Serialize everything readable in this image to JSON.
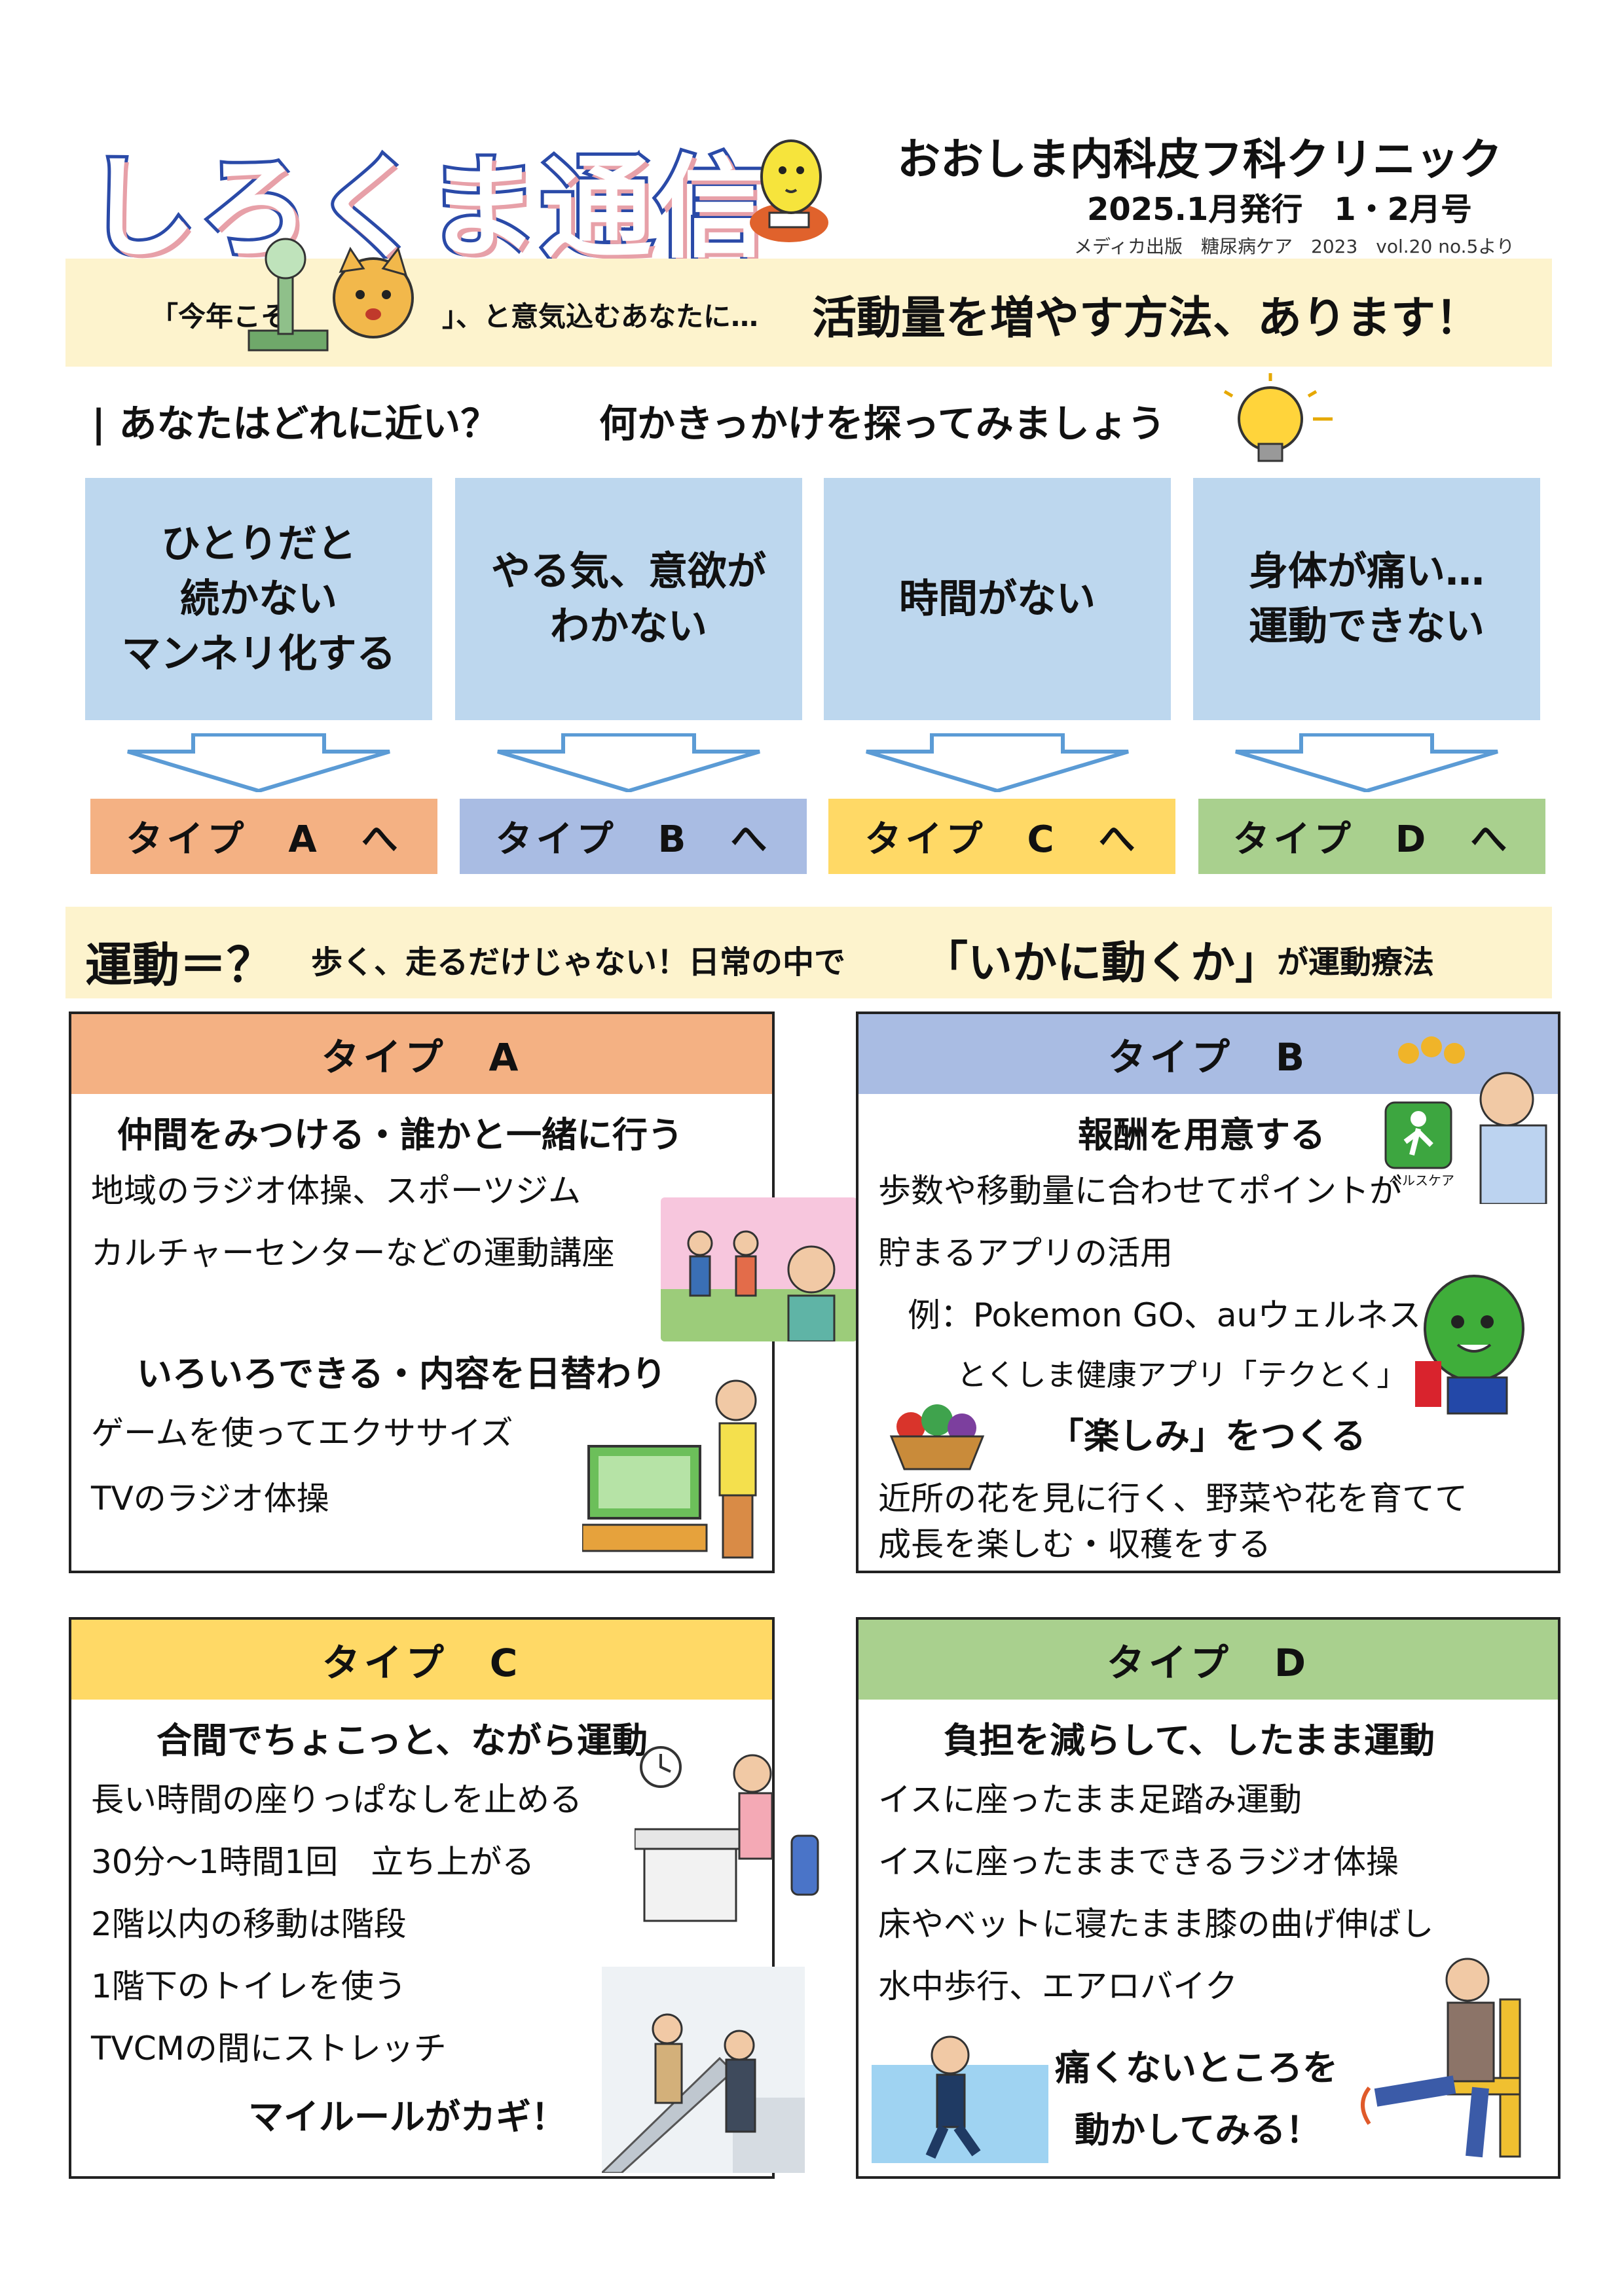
{
  "header": {
    "logo": "しろくま通信",
    "clinic": "おおしま内科皮フ科クリニック",
    "issue": "2025.1月発行　1・2月号",
    "source": "メディカ出版　糖尿病ケア　2023　vol.20 no.5より"
  },
  "intro": {
    "lead_a": "「今年こそ",
    "lead_b": "」、と意気込むあなたに…",
    "headline": "活動量を増やす方法、あります！"
  },
  "question": {
    "left": "| あなたはどれに近い？",
    "right": "何かきっかけを探ってみましょう"
  },
  "choices": [
    {
      "text": "ひとりだと\n続かない\nマンネリ化する",
      "type_label": "タイプ　A　へ"
    },
    {
      "text": "やる気、意欲が\nわかない",
      "type_label": "タイプ　B　へ"
    },
    {
      "text": "時間がない",
      "type_label": "タイプ　C　へ"
    },
    {
      "text": "身体が痛い…\n運動できない",
      "type_label": "タイプ　D　へ"
    }
  ],
  "exercise_band": {
    "a": "運動＝？",
    "b": "歩く、走るだけじゃない！日常の中で",
    "c": "「いかに動くか」",
    "d": "が運動療法"
  },
  "type_a": {
    "title": "タイプ　A",
    "sub1": "仲間をみつける・誰かと一緒に行う",
    "lines1": [
      "地域のラジオ体操、スポーツジム",
      "カルチャーセンターなどの運動講座"
    ],
    "sub2": "いろいろできる・内容を日替わり",
    "lines2": [
      "ゲームを使ってエクササイズ",
      "TVのラジオ体操"
    ]
  },
  "type_b": {
    "title": "タイプ　B",
    "sub1": "報酬を用意する",
    "lines1": [
      "歩数や移動量に合わせてポイントが",
      "貯まるアプリの活用",
      "例：Pokemon GO、auウェルネス",
      "とくしま健康アプリ「テクとく」"
    ],
    "app_label": "ヘルスケア",
    "sub2": "「楽しみ」をつくる",
    "lines2": [
      "近所の花を見に行く、野菜や花を育てて",
      "成長を楽しむ・収穫をする"
    ]
  },
  "type_c": {
    "title": "タイプ　C",
    "sub1": "合間でちょこっと、ながら運動",
    "lines": [
      "長い時間の座りっぱなしを止める",
      "30分～1時間1回　立ち上がる",
      "2階以内の移動は階段",
      "1階下のトイレを使う",
      "TVCMの間にストレッチ"
    ],
    "rule": "マイルールがカギ！"
  },
  "type_d": {
    "title": "タイプ　D",
    "sub1": "負担を減らして、したまま運動",
    "lines": [
      "イスに座ったまま足踏み運動",
      "イスに座ったままできるラジオ体操",
      "床やベットに寝たまま膝の曲げ伸ばし",
      "水中歩行、エアロバイク"
    ],
    "tip1": "痛くないところを",
    "tip2": "動かしてみる！"
  },
  "colors": {
    "blue_box": "#bdd7ee",
    "type_a": "#f4b183",
    "type_b": "#a9bce3",
    "type_c": "#ffd966",
    "type_d": "#a9d08e",
    "band": "#fdf3cd",
    "logo_stroke": "#2a4aa8"
  },
  "icons": [
    "bear-mascot-icon",
    "cat-scale-icon",
    "lightbulb-icon",
    "arrow-down-icon"
  ]
}
